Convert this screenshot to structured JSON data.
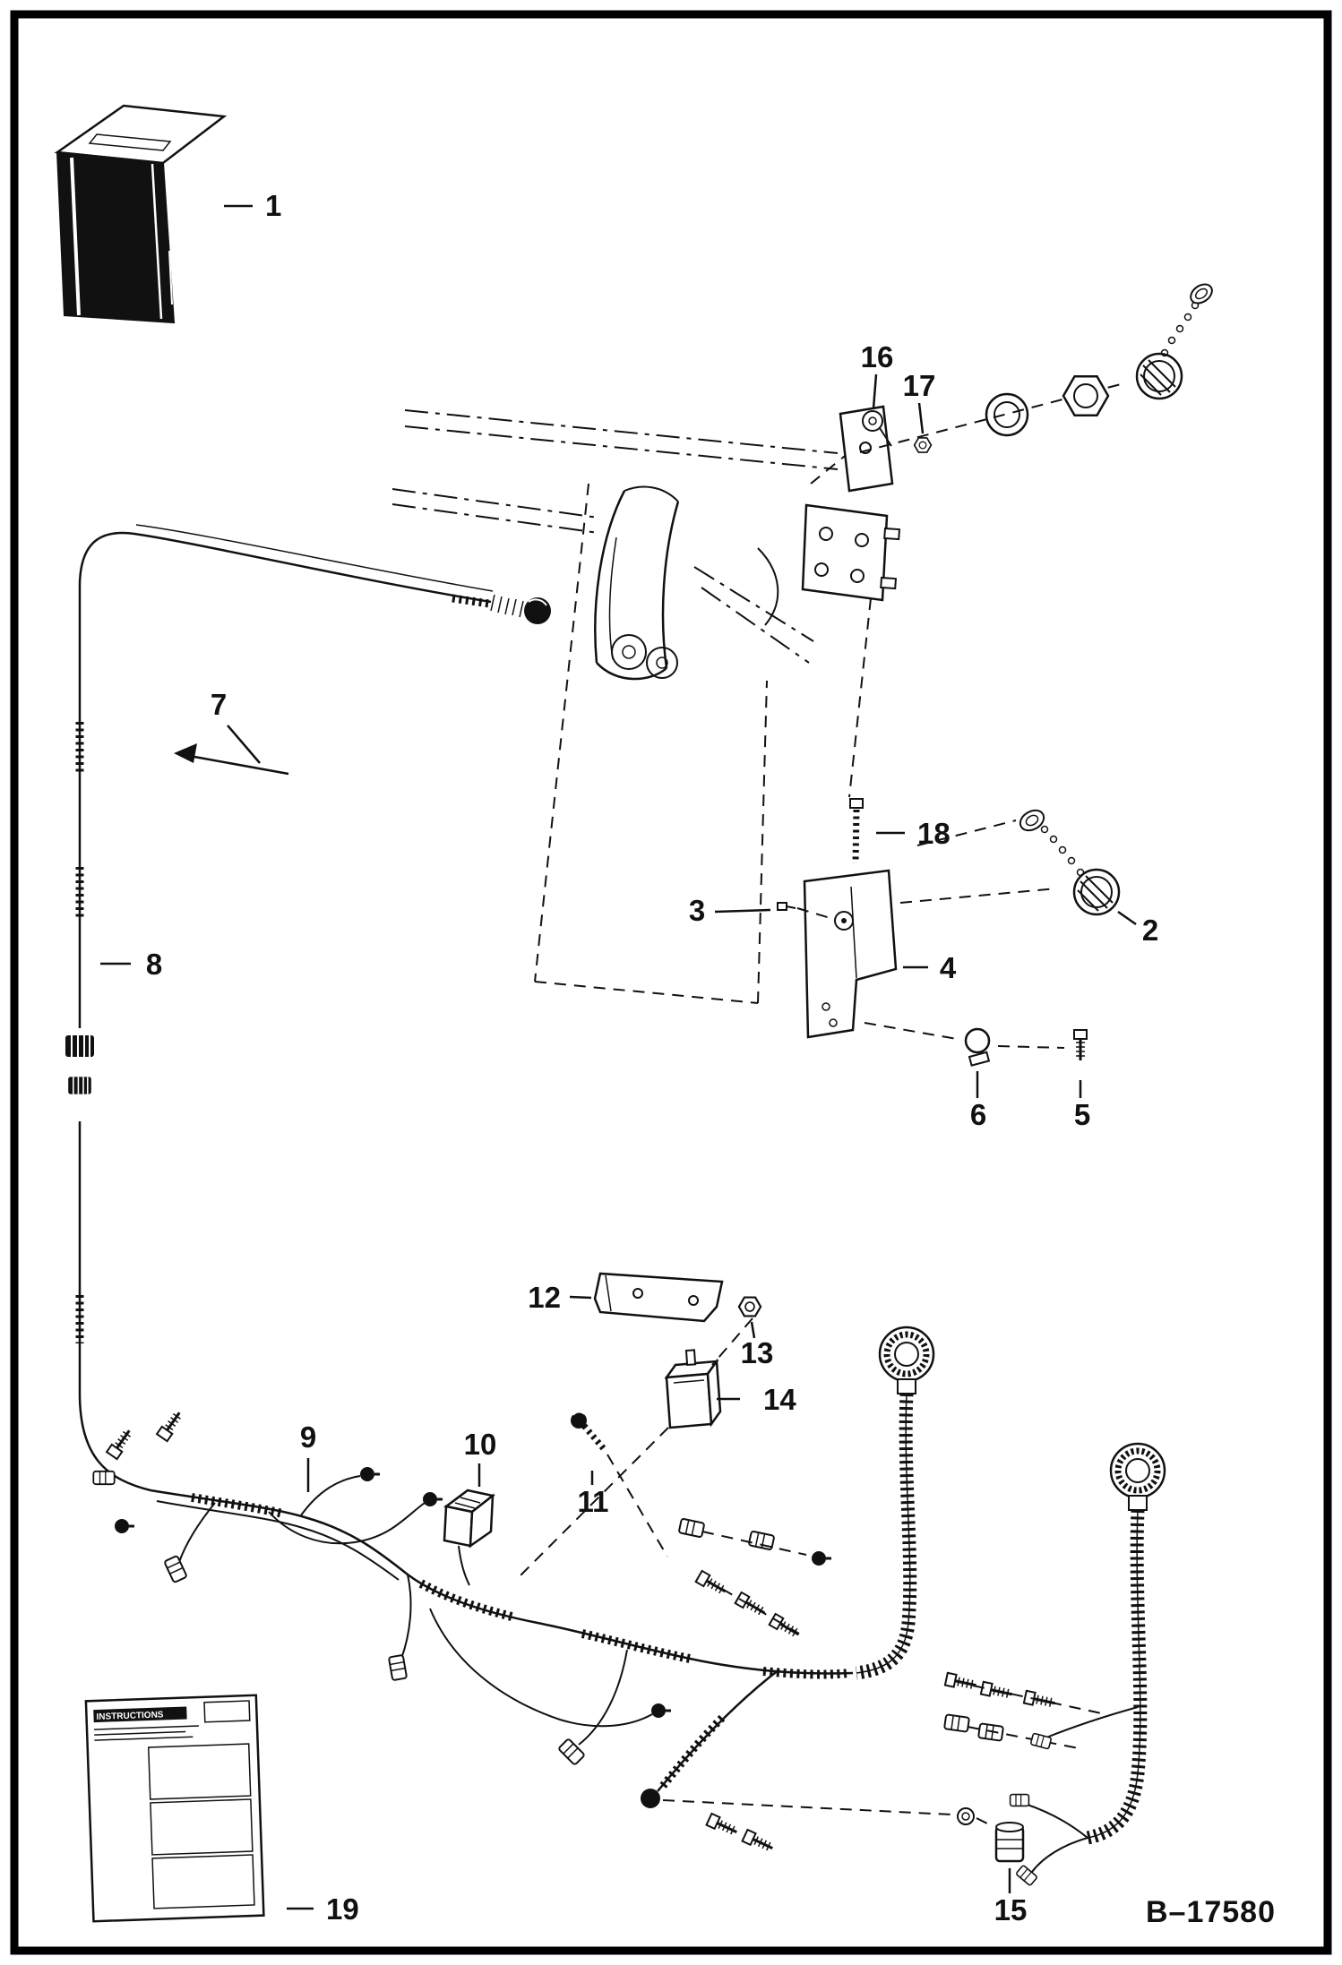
{
  "figure": {
    "ref_number": "B–17580",
    "callouts": {
      "c1": "1",
      "c2": "2",
      "c3": "3",
      "c4": "4",
      "c5": "5",
      "c6": "6",
      "c7": "7",
      "c8": "8",
      "c9": "9",
      "c10": "10",
      "c11": "11",
      "c12": "12",
      "c13": "13",
      "c14": "14",
      "c15": "15",
      "c16": "16",
      "c17": "17",
      "c18": "18",
      "c19": "19"
    },
    "instruction_sheet": {
      "title": "INSTRUCTIONS"
    }
  }
}
